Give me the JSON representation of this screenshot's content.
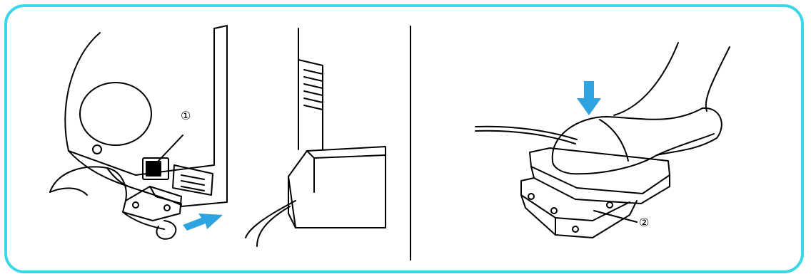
{
  "callouts": {
    "power_switch": "①",
    "foot_controller": "②"
  },
  "colors": {
    "frame": "#3ad7e9",
    "arrow": "#2ea3e0",
    "line": "#000000"
  },
  "panels": {
    "left": {
      "content": "power-plug-insertion"
    },
    "right": {
      "content": "foot-controller-press"
    }
  }
}
